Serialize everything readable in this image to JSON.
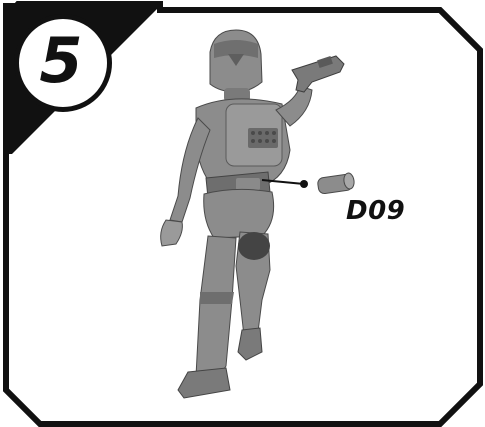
{
  "step": {
    "number": "5"
  },
  "part": {
    "code": "D09"
  },
  "colors": {
    "frame": "#111111",
    "background": "#ffffff",
    "figure": "#8c8c8c",
    "figure_shadow": "#5e5e5e",
    "figure_highlight": "#b4b4b4"
  },
  "illustration": {
    "subject": "figure-rear-view",
    "icon": "figure-assembly-icon"
  }
}
